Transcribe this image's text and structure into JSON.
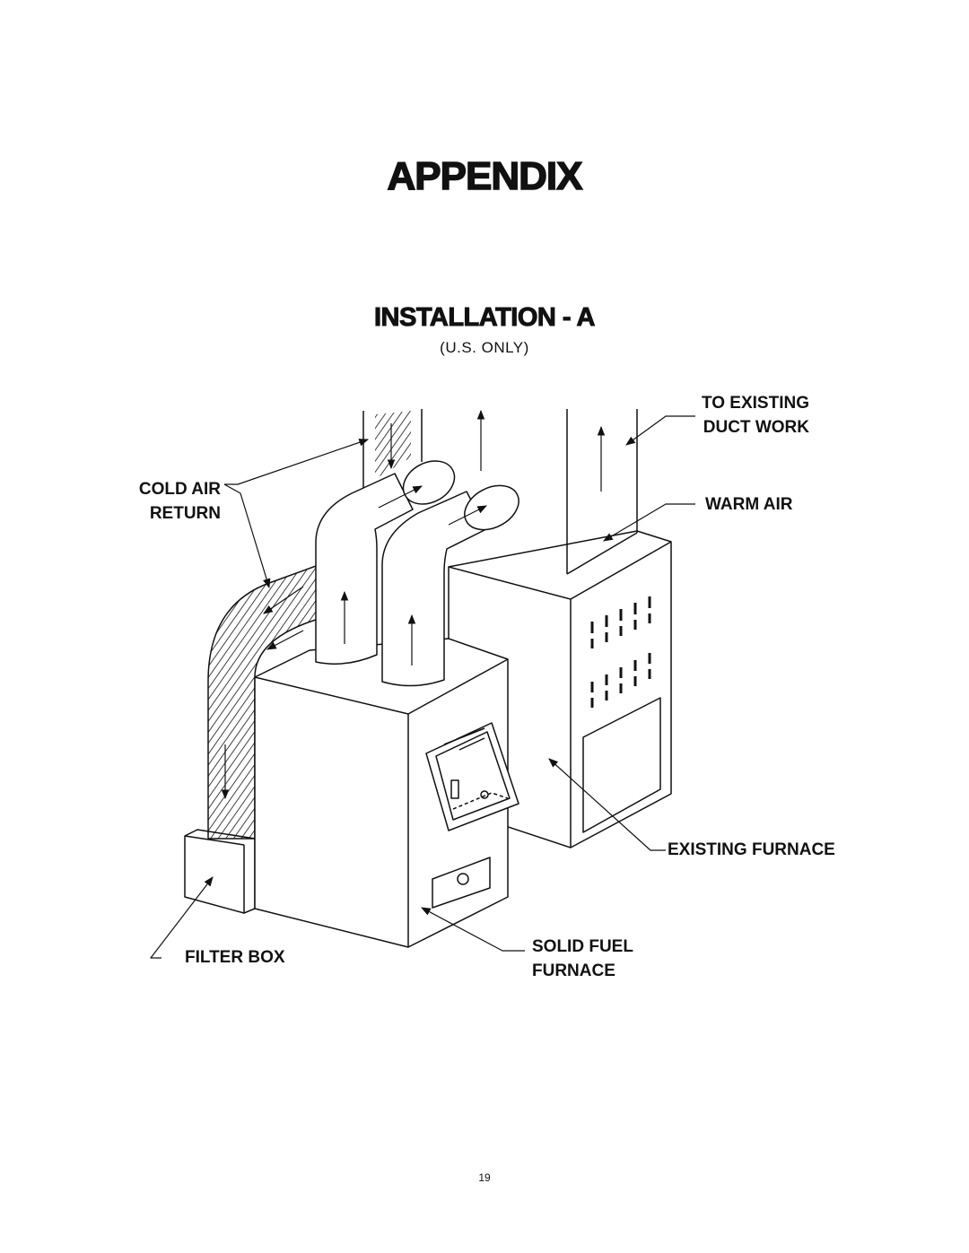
{
  "page": {
    "title": "APPENDIX",
    "section_title": "INSTALLATION - A",
    "section_subtitle": "(U.S. ONLY)",
    "page_number": "19"
  },
  "diagram": {
    "labels": {
      "to_existing_duct_work": [
        "TO EXISTING",
        "DUCT WORK"
      ],
      "warm_air": "WARM AIR",
      "cold_air_return": [
        "COLD AIR",
        "RETURN"
      ],
      "existing_furnace": "EXISTING FURNACE",
      "filter_box": "FILTER BOX",
      "solid_fuel_furnace": [
        "SOLID FUEL",
        "FURNACE"
      ]
    }
  }
}
